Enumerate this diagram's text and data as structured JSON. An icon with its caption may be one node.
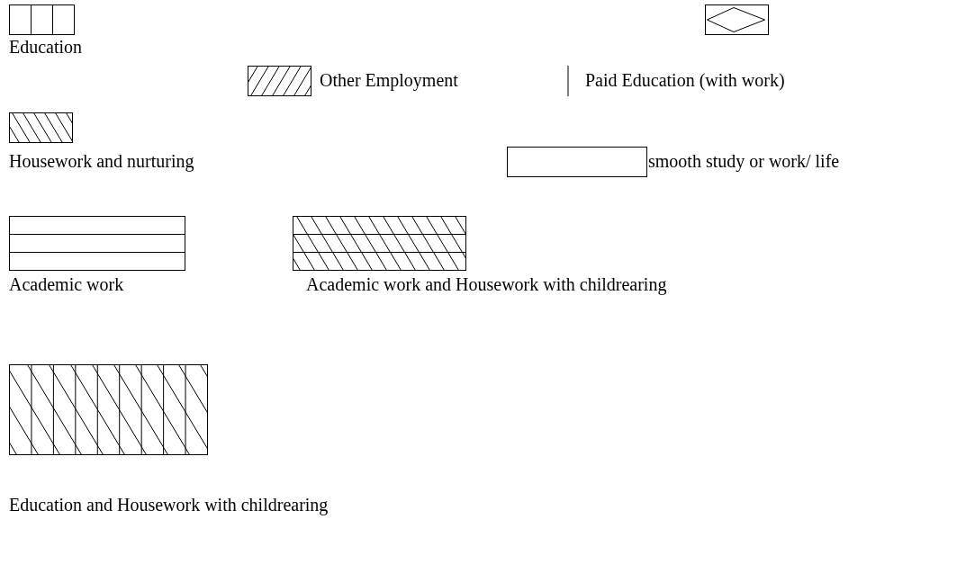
{
  "diagram": {
    "legend": [
      {
        "text": "Education"
      },
      {
        "text": "Other Employment"
      },
      {
        "text": "Paid Education (with work)"
      },
      {
        "text": "Housework and nurturing"
      },
      {
        "text": "smooth study or work/ life"
      },
      {
        "text": "Academic work"
      },
      {
        "text": "Academic work and Housework with childrearing"
      },
      {
        "text": "Education and Housework with childrearing"
      }
    ]
  }
}
